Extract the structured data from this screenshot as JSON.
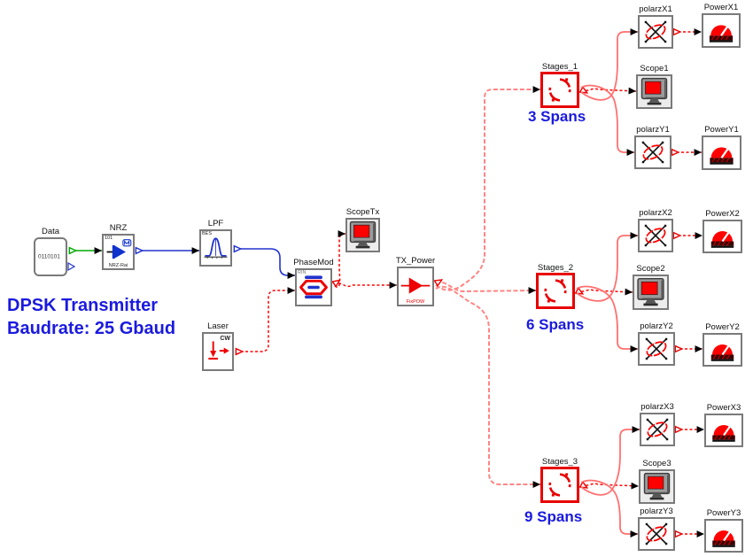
{
  "title": {
    "line1": "DPSK Transmitter",
    "line2": "Baudrate: 25 Gbaud"
  },
  "colors": {
    "optical_wire": "#ff0000",
    "fan_wire": "#ff8585",
    "electrical_wire": "#2233cc",
    "data_wire": "#00aa00",
    "accent_blue": "#1a1adf",
    "stages_red": "#e80000",
    "block_border": "#7a7a7a"
  },
  "tx": {
    "data": {
      "label": "Data",
      "bits": "0110101"
    },
    "nrz": {
      "label": "NRZ",
      "tag": "101",
      "sub": "NRZ-Rai"
    },
    "lpf": {
      "label": "LPF",
      "tag": "BES"
    },
    "phasemod": {
      "label": "PhaseMod",
      "tag": "RIN"
    },
    "scopetx": {
      "label": "ScopeTx"
    },
    "laser": {
      "label": "Laser",
      "tag": "CW"
    },
    "txpower": {
      "label": "TX_Power",
      "sub": "FixPOW"
    }
  },
  "branches": [
    {
      "stages": "Stages_1",
      "spans": "3 Spans",
      "scope": "Scope1",
      "polarzx": "polarzX1",
      "powerx": "PowerX1",
      "polarzy": "polarzY1",
      "powery": "PowerY1"
    },
    {
      "stages": "Stages_2",
      "spans": "6 Spans",
      "scope": "Scope2",
      "polarzx": "polarzX2",
      "powerx": "PowerX2",
      "polarzy": "polarzY2",
      "powery": "PowerY2"
    },
    {
      "stages": "Stages_3",
      "spans": "9 Spans",
      "scope": "Scope3",
      "polarzx": "polarzX3",
      "powerx": "PowerX3",
      "polarzy": "polarzY3",
      "powery": "PowerY3"
    }
  ]
}
